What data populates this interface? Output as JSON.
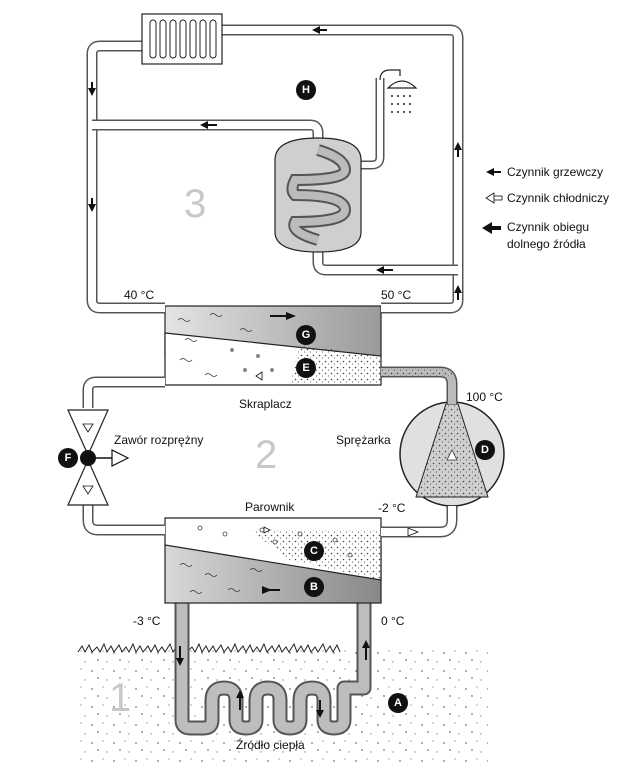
{
  "legend": {
    "heating": "Czynnik grzewczy",
    "refrigerant": "Czynnik chłodniczy",
    "ground_line1": "Czynnik obiegu",
    "ground_line2": "dolnego źródła"
  },
  "temps": {
    "t40": "40 °C",
    "t50": "50 °C",
    "t100": "100 °C",
    "tm2": "-2 °C",
    "tm3": "-3 °C",
    "t0": "0 °C"
  },
  "components": {
    "condenser": "Skraplacz",
    "evaporator": "Parownik",
    "compressor": "Sprężarka",
    "valve": "Zawór rozprężny",
    "source": "Źródło ciepła"
  },
  "markers": {
    "A": "A",
    "B": "B",
    "C": "C",
    "D": "D",
    "E": "E",
    "F": "F",
    "G": "G",
    "H": "H"
  },
  "circuits": {
    "c1": "1",
    "c2": "2",
    "c3": "3"
  }
}
